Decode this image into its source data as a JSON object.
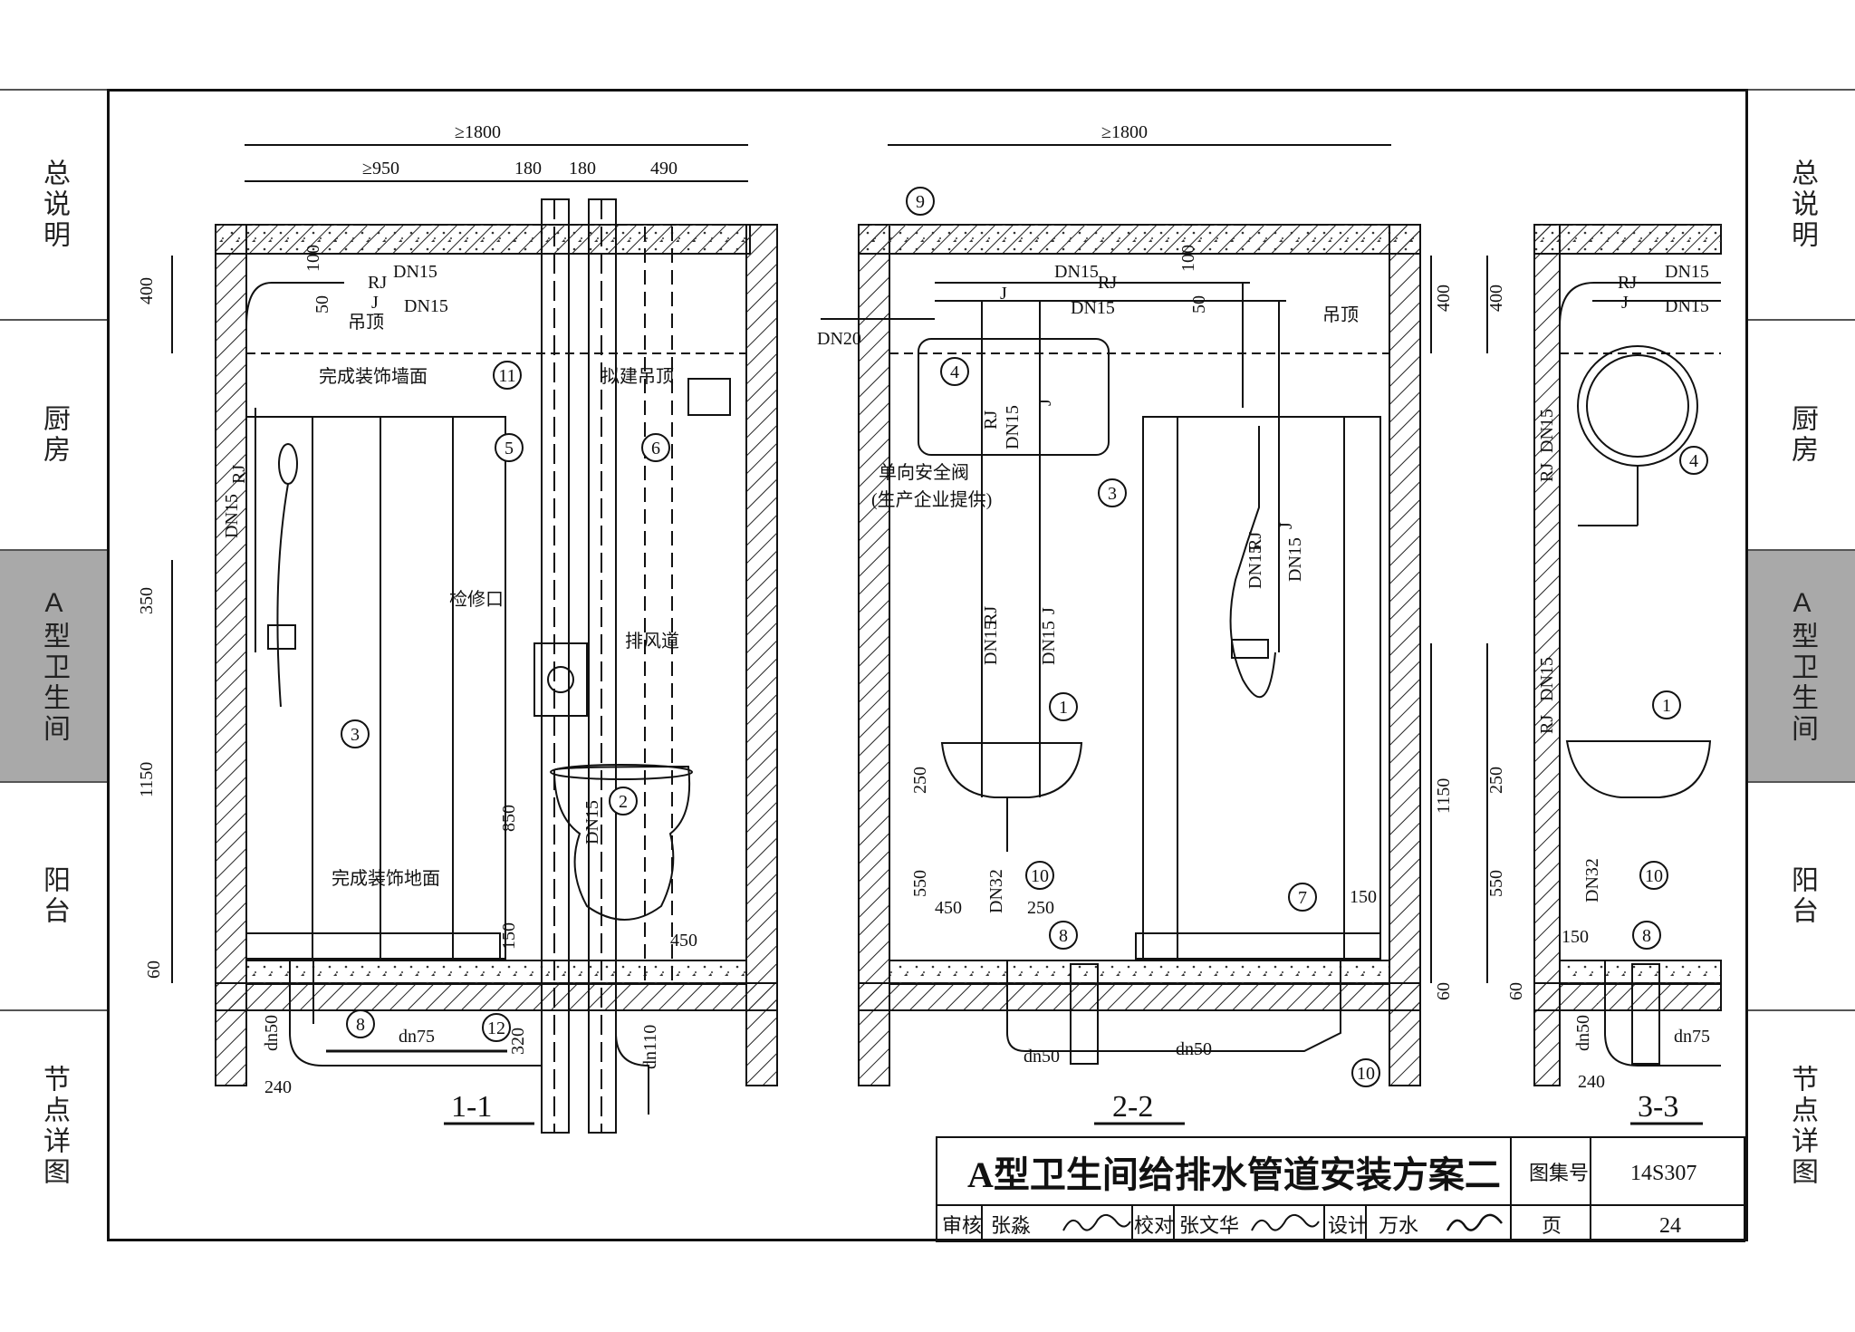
{
  "side_tabs": [
    "总说明",
    "厨房",
    "A型卫生间",
    "阳台",
    "节点详图"
  ],
  "side_tabs_active": 2,
  "title_block": {
    "title": "A型卫生间给排水管道安装方案二",
    "atlas_label": "图集号",
    "atlas_number": "14S307",
    "page_label": "页",
    "page_number": "24",
    "review_label": "审核",
    "reviewer": "张淼",
    "check_label": "校对",
    "checker": "张文华",
    "design_label": "设计",
    "designer": "万水"
  },
  "section_1": {
    "label": "1-1",
    "dims": [
      "≥1800",
      "≥950",
      "180",
      "180",
      "490",
      "400",
      "100",
      "50",
      "350",
      "1150",
      "850",
      "150",
      "60",
      "240",
      "320",
      "450"
    ],
    "pipes": [
      "RJ",
      "J",
      "DN15",
      "DN15",
      "DN15",
      "RJ",
      "DN15",
      "dn50",
      "dn75",
      "dn110"
    ],
    "notes": [
      "吊顶",
      "完成装饰墙面",
      "拟建吊顶",
      "检修口",
      "排风道",
      "完成装饰地面"
    ],
    "callouts": [
      "11",
      "5",
      "6",
      "3",
      "2",
      "8",
      "12"
    ]
  },
  "section_2": {
    "label": "2-2",
    "dims": [
      "≥1800",
      "100",
      "50",
      "400",
      "250",
      "550",
      "450",
      "250",
      "150",
      "1150",
      "60"
    ],
    "pipes": [
      "DN15",
      "RJ",
      "J",
      "DN15",
      "DN20",
      "RJ",
      "DN15",
      "J",
      "RJ",
      "DN15",
      "J",
      "DN15",
      "RJ",
      "DN15",
      "J",
      "DN15",
      "DN32",
      "dn50",
      "dn50"
    ],
    "notes": [
      "吊顶",
      "单向安全阀",
      "(生产企业提供)"
    ],
    "callouts": [
      "9",
      "4",
      "3",
      "1",
      "10",
      "8",
      "7",
      "10"
    ]
  },
  "section_3": {
    "label": "3-3",
    "dims": [
      "400",
      "250",
      "550",
      "150",
      "60",
      "240"
    ],
    "pipes": [
      "RJ",
      "J",
      "DN15",
      "DN15",
      "DN15",
      "RJ",
      "DN15",
      "RJ",
      "DN32",
      "dn50",
      "dn75"
    ],
    "callouts": [
      "4",
      "1",
      "10",
      "8"
    ]
  }
}
